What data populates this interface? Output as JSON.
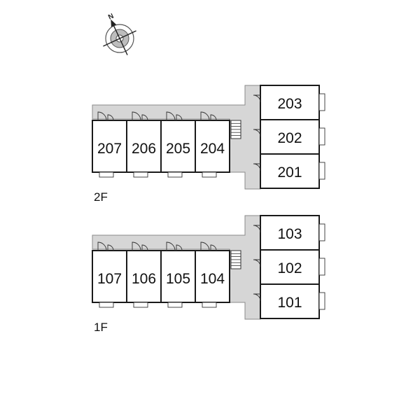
{
  "compass": {
    "north_letter": "N",
    "icon": "compass-rose-icon"
  },
  "colors": {
    "corridor": "#d6d6d6",
    "wall": "#1a1a1a",
    "background": "#ffffff"
  },
  "floors": [
    {
      "label": "2F",
      "west_units": [
        "207",
        "206",
        "205",
        "204"
      ],
      "east_units": [
        "203",
        "202",
        "201"
      ]
    },
    {
      "label": "1F",
      "west_units": [
        "107",
        "106",
        "105",
        "104"
      ],
      "east_units": [
        "103",
        "102",
        "101"
      ]
    }
  ]
}
